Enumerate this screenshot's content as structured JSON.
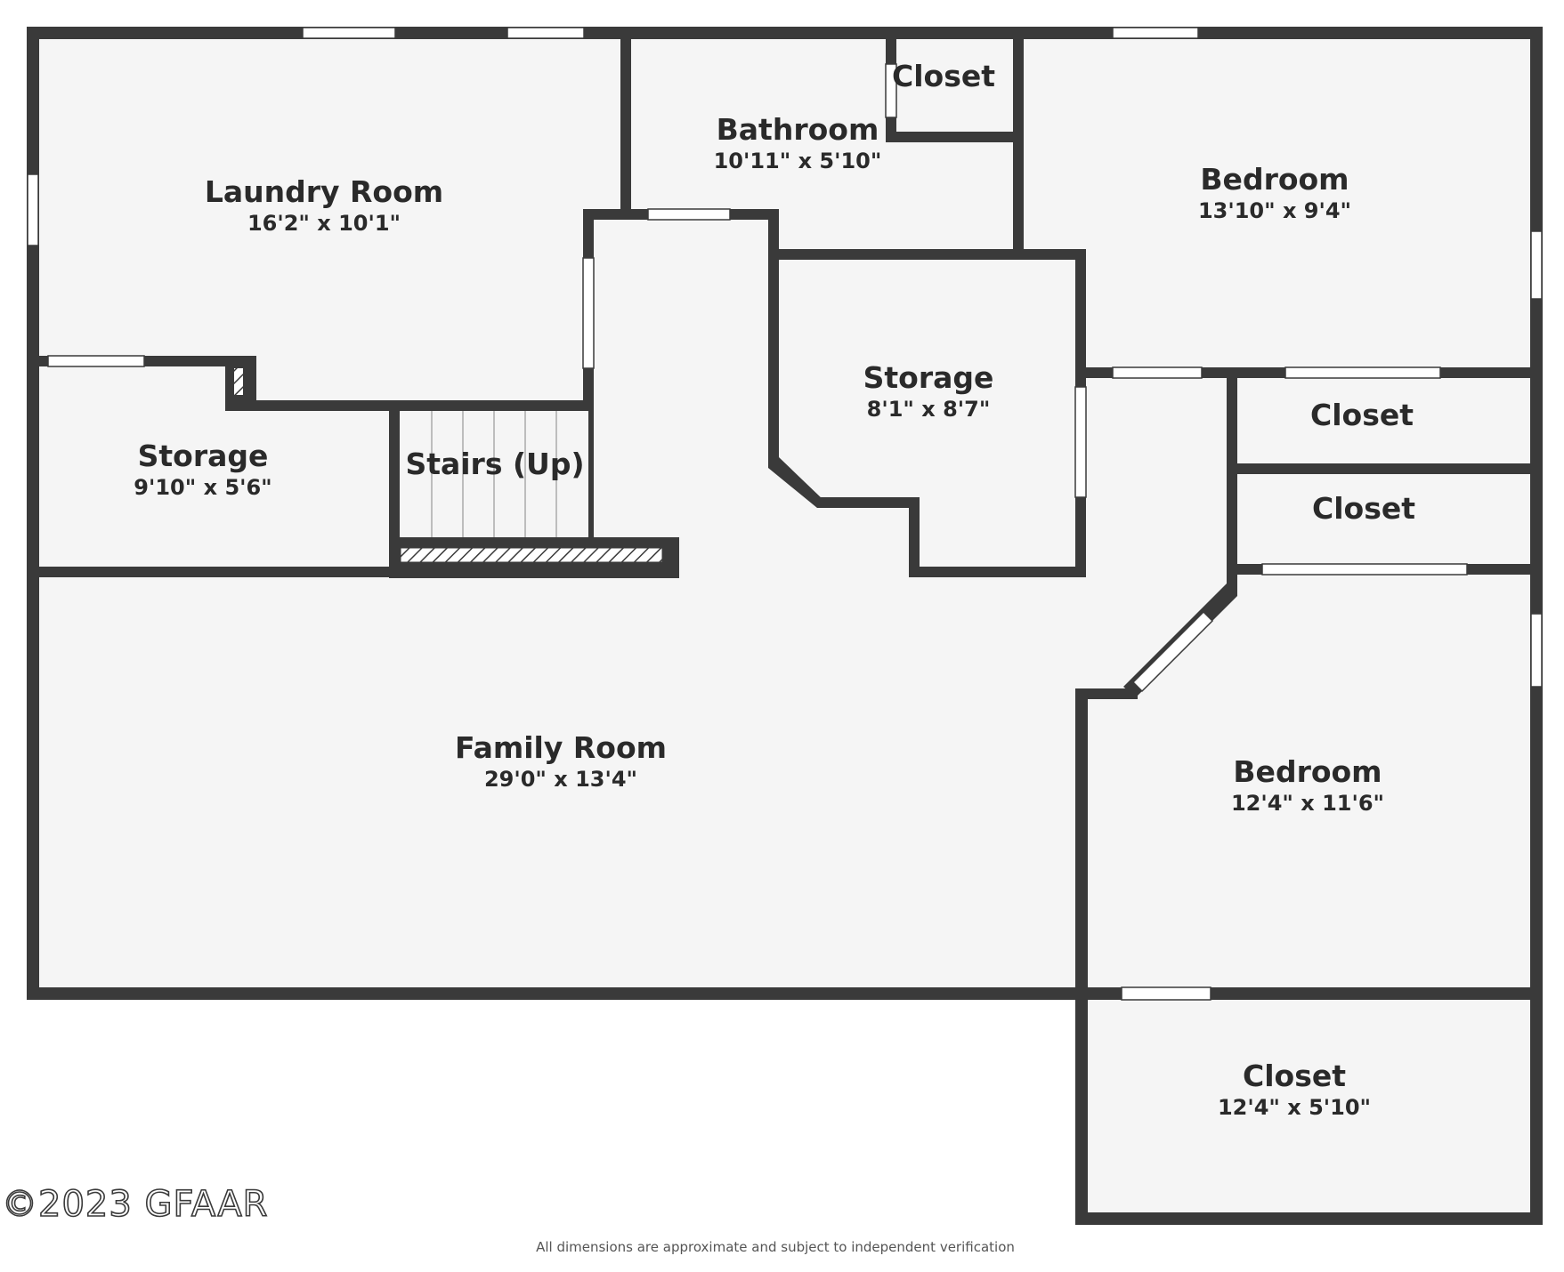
{
  "colors": {
    "wall": "#3a3a3a",
    "floor": "#f5f5f5",
    "opening": "#ffffff",
    "text": "#2a2a2a"
  },
  "rooms": {
    "laundry": {
      "name": "Laundry Room",
      "dim": "16'2\" x 10'1\""
    },
    "bathroom": {
      "name": "Bathroom",
      "dim": "10'11\" x 5'10\""
    },
    "closet_bath": {
      "name": "Closet"
    },
    "bedroom_top": {
      "name": "Bedroom",
      "dim": "13'10\" x 9'4\""
    },
    "storage_center": {
      "name": "Storage",
      "dim": "8'1\" x 8'7\""
    },
    "storage_left": {
      "name": "Storage",
      "dim": "9'10\" x 5'6\""
    },
    "stairs": {
      "name": "Stairs (Up)"
    },
    "closet_right_1": {
      "name": "Closet"
    },
    "closet_right_2": {
      "name": "Closet"
    },
    "family": {
      "name": "Family Room",
      "dim": "29'0\" x 13'4\""
    },
    "bedroom_bottom": {
      "name": "Bedroom",
      "dim": "12'4\" x 11'6\""
    },
    "closet_bottom": {
      "name": "Closet",
      "dim": "12'4\" x 5'10\""
    }
  },
  "footer": {
    "copyright": "©2023 GFAAR",
    "disclaimer": "All dimensions are approximate and subject to independent verification"
  }
}
